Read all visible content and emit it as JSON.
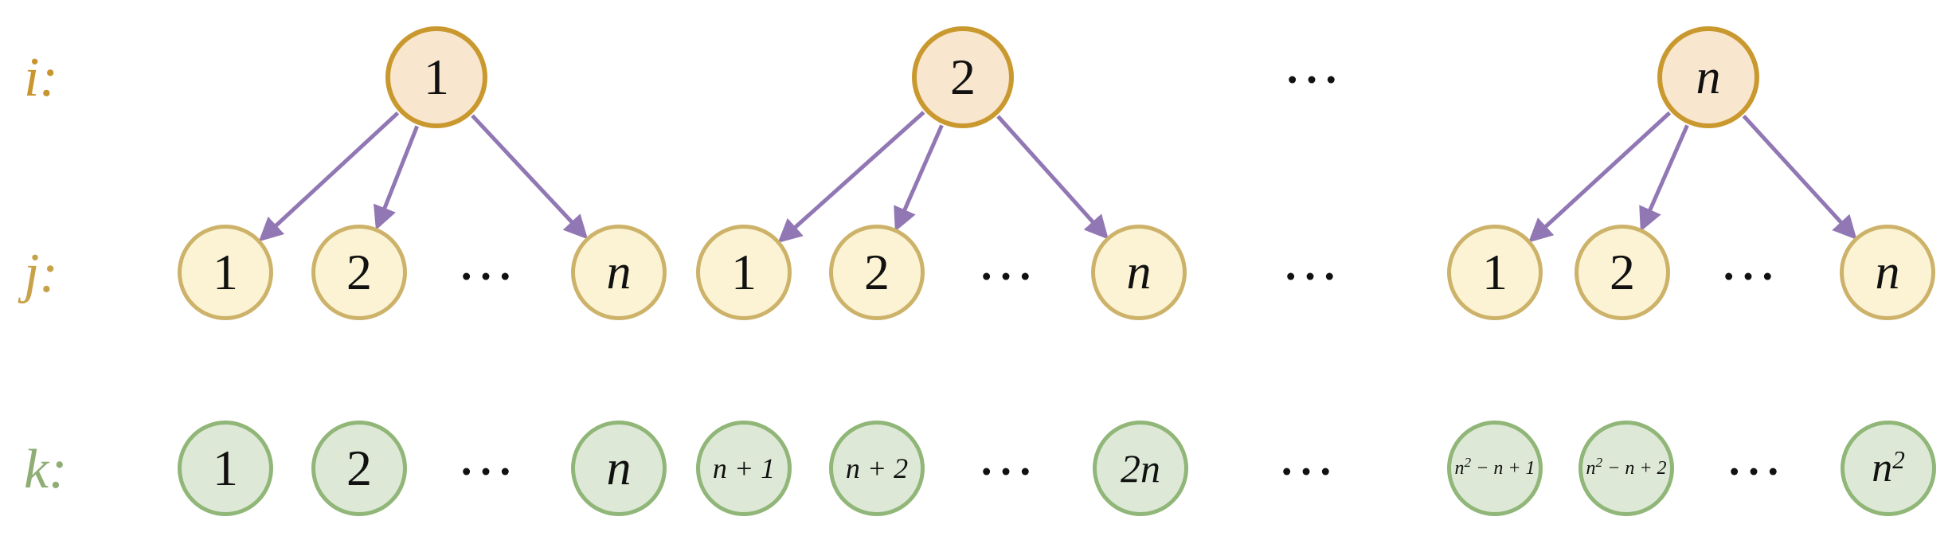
{
  "colors": {
    "i_fill": "#f9e6ce",
    "i_border": "#c9992f",
    "i_label": "#c8952f",
    "j_fill": "#fbf3d3",
    "j_border": "#cdb269",
    "j_label": "#c7a24b",
    "k_fill": "#dde9d6",
    "k_border": "#90b678",
    "k_label": "#8fad74",
    "arrow_color": "#9177b3",
    "dots_color": "#111111"
  },
  "rows": {
    "i": {
      "label": "i:",
      "nodes": [
        "1",
        "2",
        "n"
      ],
      "ellipsis": "···"
    },
    "j": {
      "label": "j:",
      "groups": [
        [
          "1",
          "2",
          "···",
          "n"
        ],
        [
          "1",
          "2",
          "···",
          "n"
        ],
        [
          "1",
          "2",
          "···",
          "n"
        ]
      ],
      "between_ellipsis": "···"
    },
    "k": {
      "label": "k:",
      "group1": [
        "1",
        "2",
        "···",
        "n"
      ],
      "group2": [
        "n + 1",
        "n + 2",
        "···",
        "2n"
      ],
      "between_ellipsis": "···",
      "group3": [
        {
          "base": "n",
          "sup": "2",
          "rest": " − n + 1"
        },
        {
          "base": "n",
          "sup": "2",
          "rest": " − n + 2"
        },
        "···",
        {
          "base": "n",
          "sup": "2",
          "rest": ""
        }
      ]
    }
  }
}
